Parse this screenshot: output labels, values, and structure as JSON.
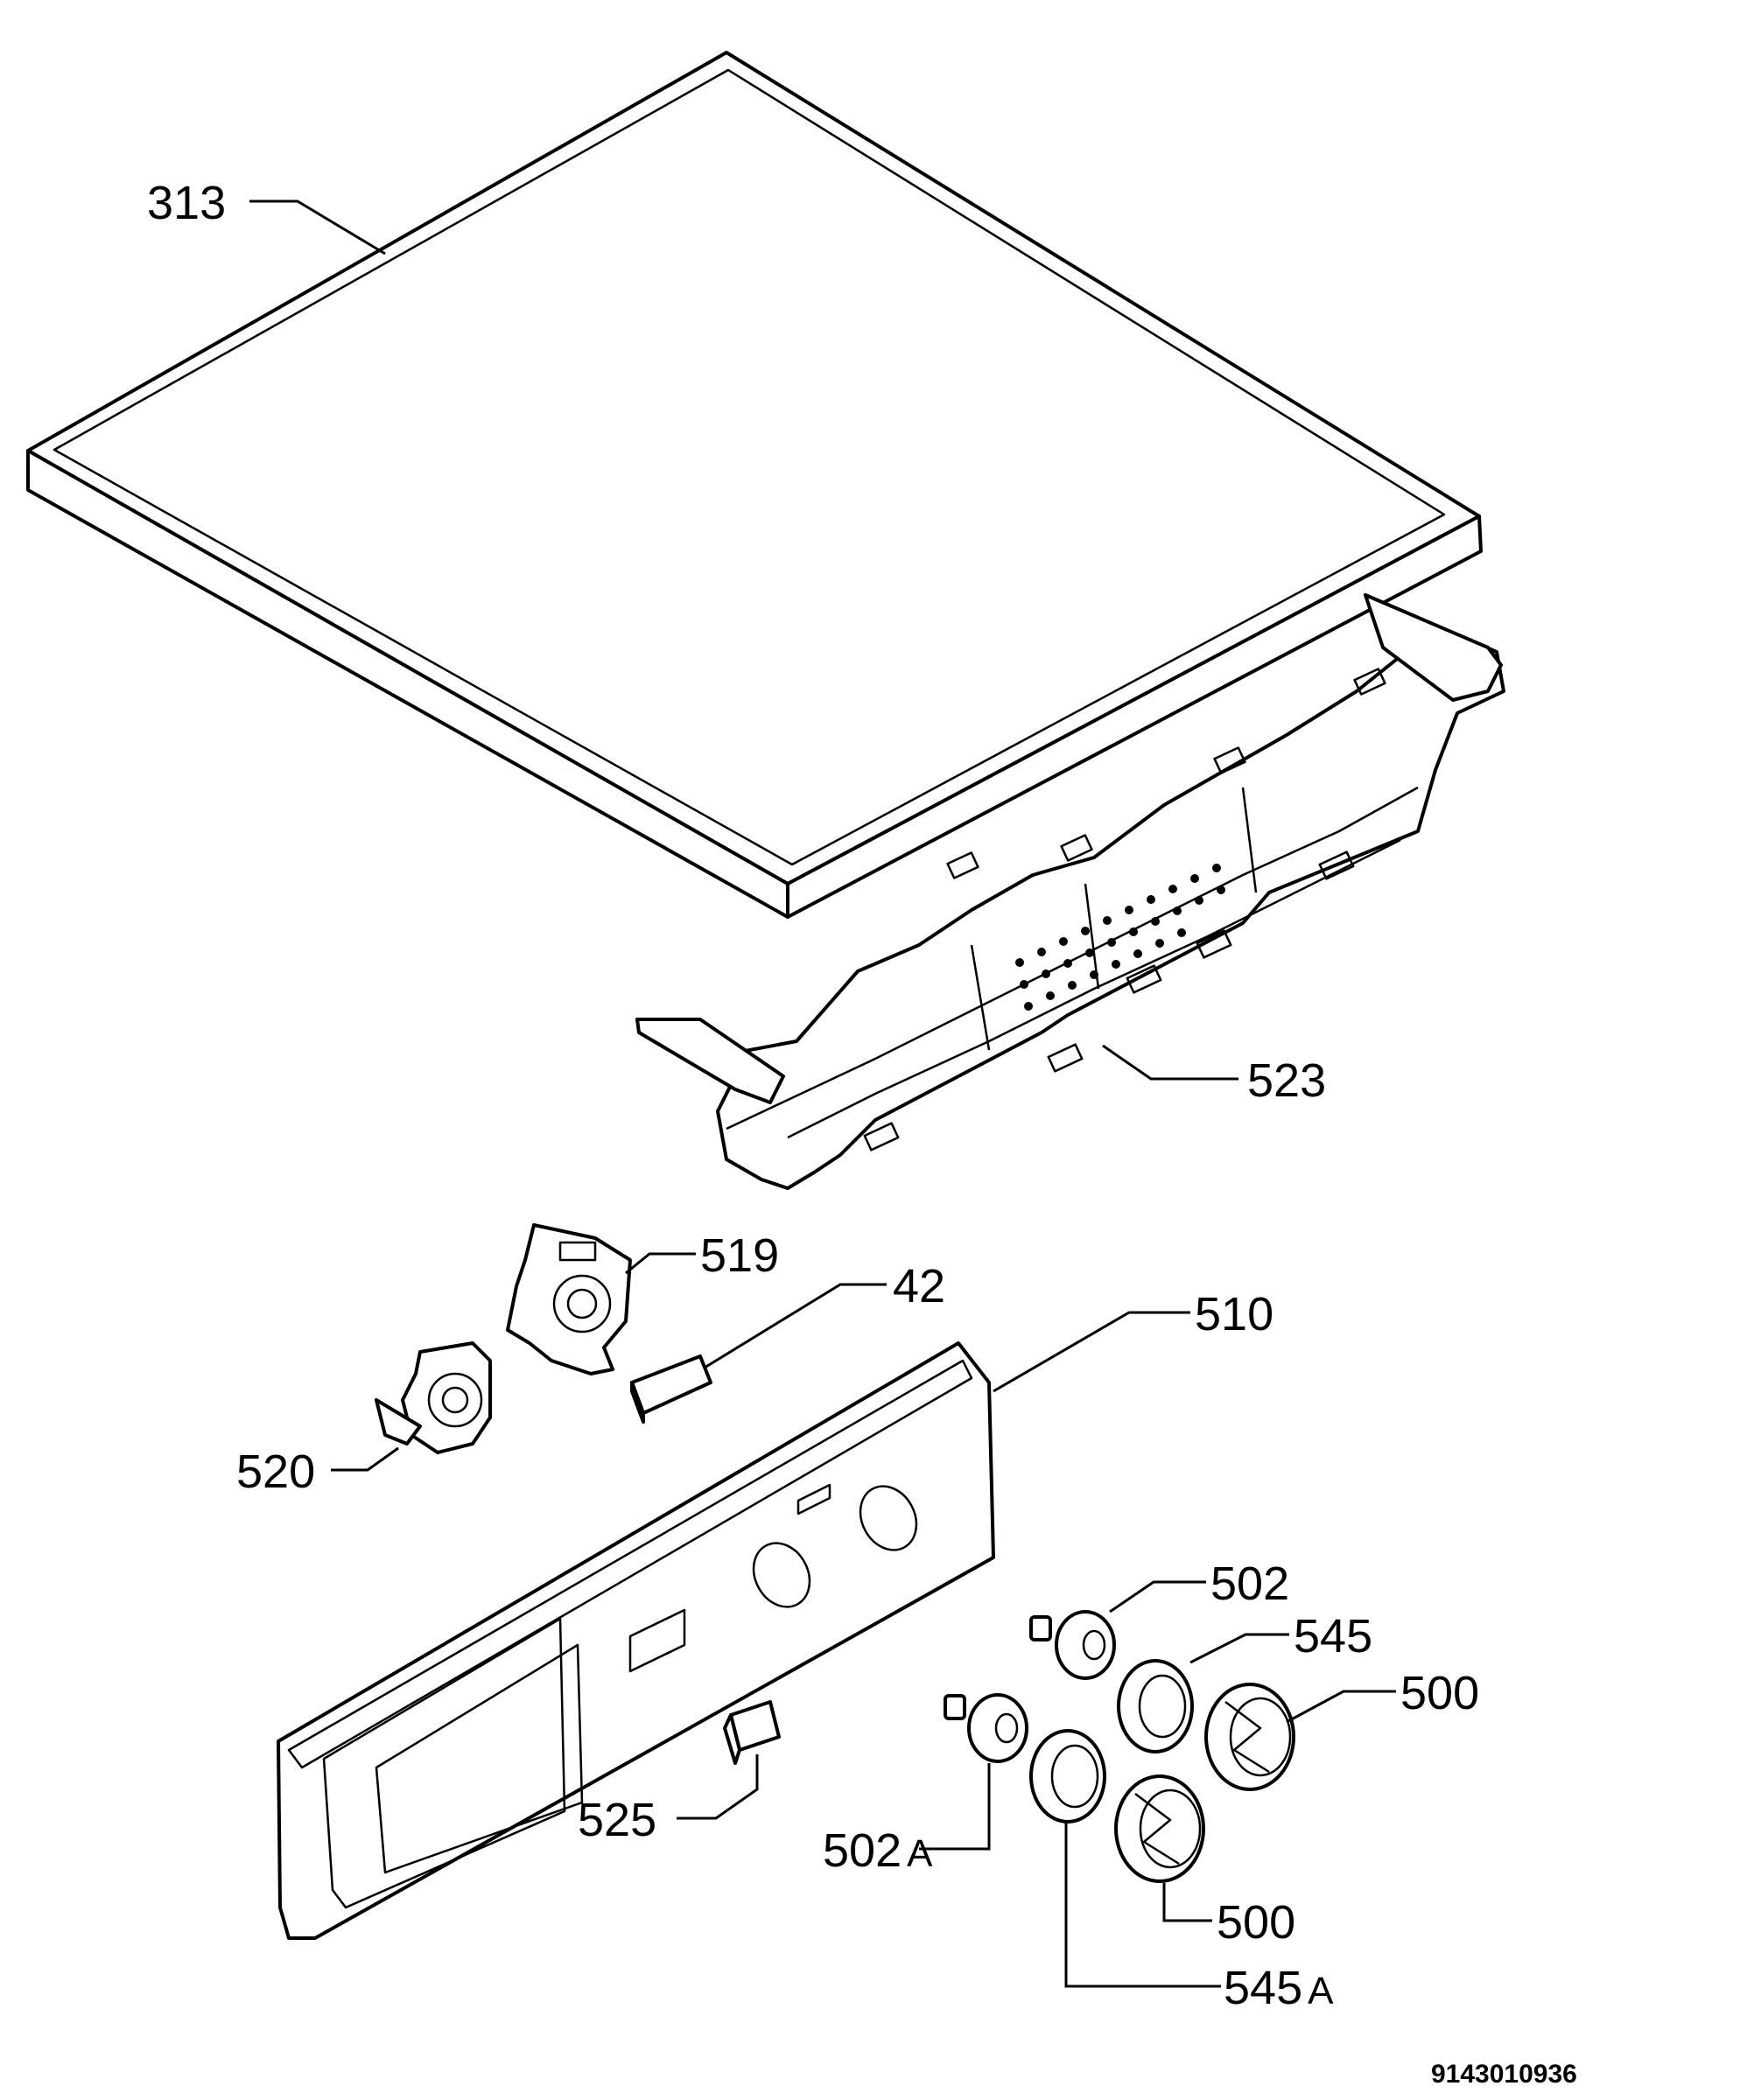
{
  "parts": [
    {
      "id": "313",
      "label": "313",
      "suffix": ""
    },
    {
      "id": "523",
      "label": "523",
      "suffix": ""
    },
    {
      "id": "519",
      "label": "519",
      "suffix": ""
    },
    {
      "id": "42",
      "label": "42",
      "suffix": ""
    },
    {
      "id": "510",
      "label": "510",
      "suffix": ""
    },
    {
      "id": "520",
      "label": "520",
      "suffix": ""
    },
    {
      "id": "502",
      "label": "502",
      "suffix": ""
    },
    {
      "id": "545",
      "label": "545",
      "suffix": ""
    },
    {
      "id": "500-upper",
      "label": "500",
      "suffix": ""
    },
    {
      "id": "525",
      "label": "525",
      "suffix": ""
    },
    {
      "id": "502A",
      "label": "502",
      "suffix": "A"
    },
    {
      "id": "500-lower",
      "label": "500",
      "suffix": ""
    },
    {
      "id": "545A",
      "label": "545",
      "suffix": "A"
    }
  ],
  "drawing_code": "9143010936"
}
